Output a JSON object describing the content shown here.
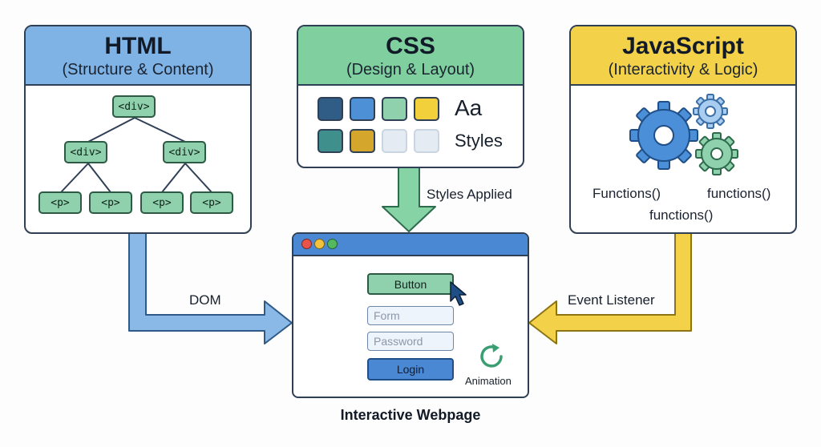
{
  "html_box": {
    "title": "HTML",
    "subtitle": "(Structure & Content)",
    "tree": {
      "root": "<div>",
      "level2": [
        "<div>",
        "<div>"
      ],
      "leaves": [
        "<p>",
        "<p>",
        "<p>",
        "<p>"
      ]
    }
  },
  "css_box": {
    "title": "CSS",
    "subtitle": "(Design & Layout)",
    "aa": "Aa",
    "styles": "Styles",
    "swatch_colors": [
      "#2f5d86",
      "#4e90d6",
      "#8fd1ad",
      "#f2d03b",
      "#3f8f8c",
      "#d4a72c",
      "#e4ebf3",
      "#e4ebf3"
    ]
  },
  "js_box": {
    "title": "JavaScript",
    "subtitle": "(Interactivity & Logic)",
    "functions": [
      "Functions()",
      "functions()",
      "functions()"
    ]
  },
  "arrows": {
    "dom": "DOM",
    "styles_applied": "Styles Applied",
    "event_listener": "Event Listener"
  },
  "webpage": {
    "button": "Button",
    "form_placeholder": "Form",
    "password_placeholder": "Password",
    "login": "Login",
    "animation": "Animation",
    "caption": "Interactive Webpage"
  },
  "colors": {
    "html_blue": "#7fb2e5",
    "css_green": "#7fcf9f",
    "js_yellow": "#f3d24a",
    "dark_outline": "#2f3f55"
  }
}
